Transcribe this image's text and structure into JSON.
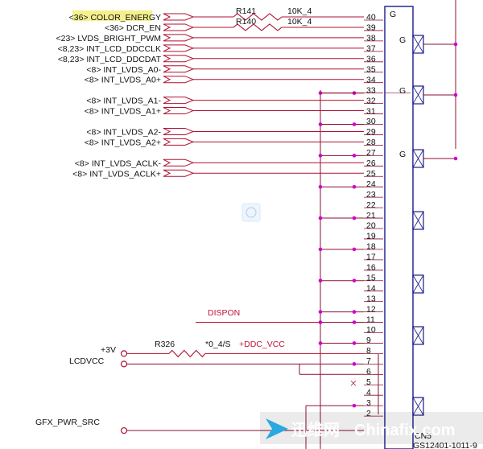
{
  "left_signals": [
    {
      "ref": "<36>",
      "name": "COLOR_ENERGY",
      "pin": 40,
      "highlight": true
    },
    {
      "ref": "<36>",
      "name": "DCR_EN",
      "pin": 39
    },
    {
      "ref": "<23>",
      "name": "LVDS_BRIGHT_PWM",
      "pin": 38
    },
    {
      "ref": "<8,23>",
      "name": "INT_LCD_DDCCLK",
      "pin": 37
    },
    {
      "ref": "<8,23>",
      "name": "INT_LCD_DDCDAT",
      "pin": 36
    },
    {
      "ref": "<8>",
      "name": "INT_LVDS_A0-",
      "pin": 35
    },
    {
      "ref": "<8>",
      "name": "INT_LVDS_A0+",
      "pin": 34
    },
    {
      "ref": "<8>",
      "name": "INT_LVDS_A1-",
      "pin": 32
    },
    {
      "ref": "<8>",
      "name": "INT_LVDS_A1+",
      "pin": 31
    },
    {
      "ref": "<8>",
      "name": "INT_LVDS_A2-",
      "pin": 29
    },
    {
      "ref": "<8>",
      "name": "INT_LVDS_A2+",
      "pin": 28
    },
    {
      "ref": "<8>",
      "name": "INT_LVDS_ACLK-",
      "pin": 26
    },
    {
      "ref": "<8>",
      "name": "INT_LVDS_ACLK+",
      "pin": 25
    }
  ],
  "resistors": [
    {
      "ref": "R141",
      "value": "10K_4"
    },
    {
      "ref": "R140",
      "value": "10K_4"
    },
    {
      "ref": "R326",
      "value": "*0_4/S"
    }
  ],
  "nets": {
    "dispon": "DISPON",
    "ddc_vcc": "+DDC_VCC",
    "plus3v": "+3V",
    "lcdvcc": "LCDVCC",
    "gfx_pwr_src": "GFX_PWR_SRC"
  },
  "connector": {
    "pins": [
      40,
      39,
      38,
      37,
      36,
      35,
      34,
      33,
      32,
      31,
      30,
      29,
      28,
      27,
      26,
      25,
      24,
      23,
      22,
      21,
      20,
      19,
      18,
      17,
      16,
      15,
      14,
      13,
      12,
      11,
      10,
      9,
      8,
      7,
      6,
      5,
      4,
      3,
      2
    ],
    "ground_label": "G",
    "ref_partial": "CN5",
    "part_partial": "GS12401-1011-9"
  },
  "watermark": {
    "cn": "迅维网",
    "en": "Chinafix.com"
  },
  "colors": {
    "wire_red": "#b01030",
    "wire_maroon": "#8a1030",
    "junction": "#d000d0",
    "connector_blue": "#1a1a8c",
    "highlight": "#f4f08c"
  }
}
